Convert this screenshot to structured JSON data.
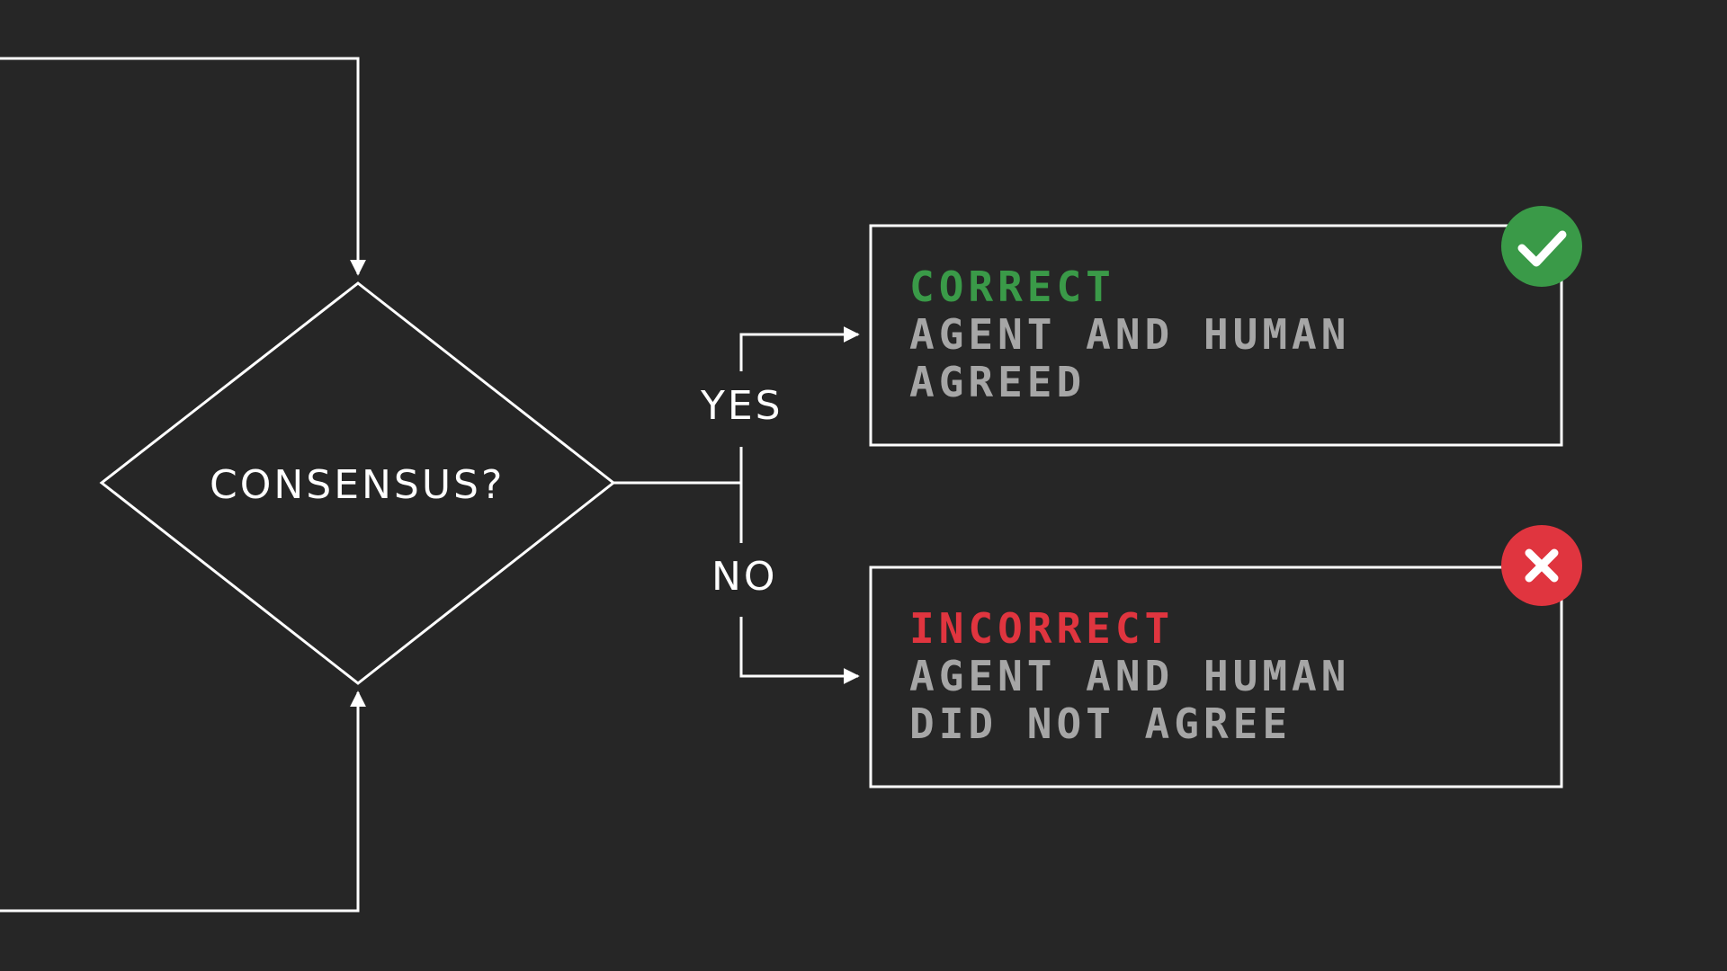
{
  "decision": {
    "label": "CONSENSUS?"
  },
  "branches": {
    "yes_label": "YES",
    "no_label": "NO"
  },
  "outcomes": {
    "correct": {
      "status": "CORRECT",
      "line1": "AGENT AND HUMAN",
      "line2": "AGREED",
      "icon": "check-icon",
      "color": "#3a9a48"
    },
    "incorrect": {
      "status": "INCORRECT",
      "line1": "AGENT AND HUMAN",
      "line2": "DID NOT AGREE",
      "icon": "x-icon",
      "color": "#e0353f"
    }
  },
  "colors": {
    "background": "#262626",
    "stroke": "#ffffff",
    "description_text": "#a6a6a6"
  }
}
